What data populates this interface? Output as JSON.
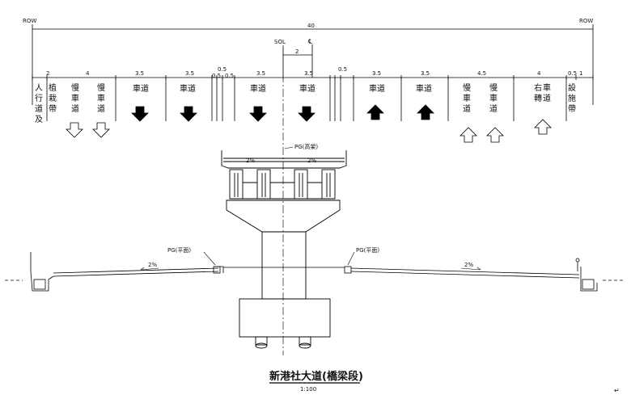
{
  "row_left": "ROW",
  "row_right": "ROW",
  "total_width": "40",
  "sol": "SOL",
  "cl": "℄",
  "offset": "2",
  "thin_widths": {
    "a": "0.5",
    "b": "0.5",
    "c": "0.5",
    "d": "0.5",
    "e": "0.5",
    "f": "1"
  },
  "lanes": [
    {
      "w": "2",
      "label": "人行道及"
    },
    {
      "w": "",
      "label": "植栽帶"
    },
    {
      "w": "4",
      "label": "慢車道"
    },
    {
      "w": "",
      "label": "慢車道"
    },
    {
      "w": "3.5",
      "label": "車道"
    },
    {
      "w": "3.5",
      "label": "車道"
    },
    {
      "w": "3.5",
      "label": "車道"
    },
    {
      "w": "3.5",
      "label": "車道"
    },
    {
      "w": "3.5",
      "label": "車道"
    },
    {
      "w": "3.5",
      "label": "車道"
    },
    {
      "w": "4.5",
      "label": "慢車道"
    },
    {
      "w": "",
      "label": "慢車道"
    },
    {
      "w": "4",
      "label": "右轉車道"
    },
    {
      "w": "",
      "label": "設施帶"
    }
  ],
  "pg_elevated": "PG(高架)",
  "pg_at_grade_left": "PG(平面)",
  "pg_at_grade_right": "PG(平面)",
  "slopes": {
    "deck_left": "2%",
    "deck_right": "2%",
    "road_left": "2%",
    "road_right": "2%"
  },
  "title": "新港社大道(橋梁段)",
  "scale": "1:100",
  "return_mark": "↵",
  "colors": {
    "line": "#000000",
    "arrow_fill": "#000000"
  },
  "arrows": [
    {
      "dir": "down",
      "filled": false
    },
    {
      "dir": "down",
      "filled": false
    },
    {
      "dir": "down",
      "filled": true
    },
    {
      "dir": "down",
      "filled": true
    },
    {
      "dir": "down",
      "filled": true
    },
    {
      "dir": "down",
      "filled": true
    },
    {
      "dir": "up",
      "filled": true
    },
    {
      "dir": "up",
      "filled": true
    },
    {
      "dir": "up",
      "filled": false
    },
    {
      "dir": "up",
      "filled": false
    },
    {
      "dir": "up",
      "filled": false
    }
  ]
}
